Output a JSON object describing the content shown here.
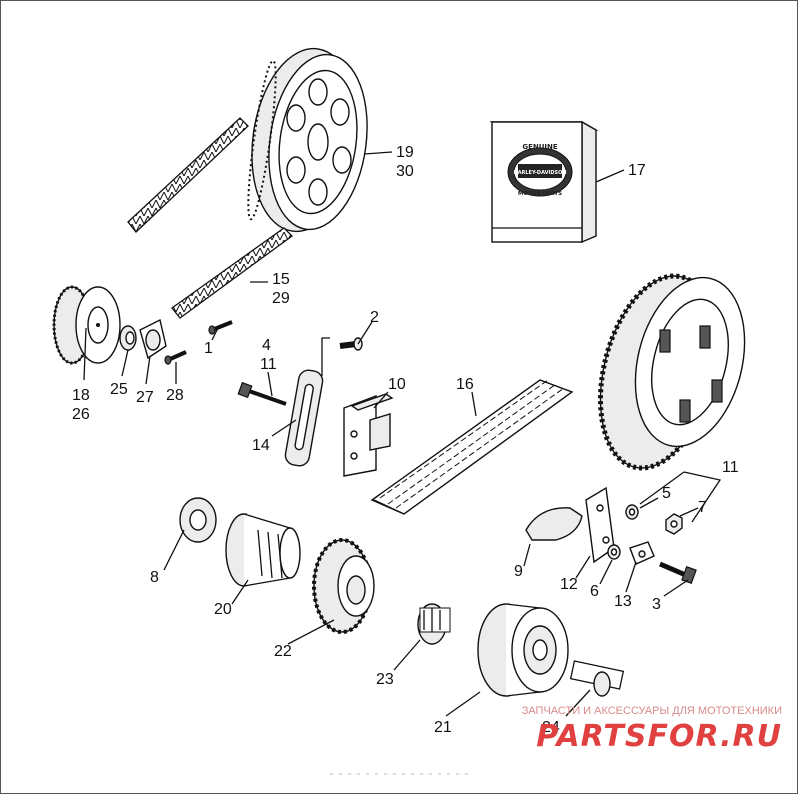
{
  "callouts": {
    "c1": "1",
    "c2": "2",
    "c3": "3",
    "c4": "4",
    "c5": "5",
    "c6": "6",
    "c7": "7",
    "c8": "8",
    "c9": "9",
    "c10": "10",
    "c11a": "11",
    "c11b": "11",
    "c12": "12",
    "c13": "13",
    "c14": "14",
    "c15": "15",
    "c16": "16",
    "c17": "17",
    "c18": "18",
    "c19": "19",
    "c20": "20",
    "c21": "21",
    "c22": "22",
    "c23": "23",
    "c24": "24",
    "c25": "25",
    "c26": "26",
    "c27": "27",
    "c28": "28",
    "c29": "29",
    "c30": "30"
  },
  "logo": {
    "top": "GENUINE",
    "middle": "HARLEY-DAVIDSON",
    "bottom": "MOTOR PARTS"
  },
  "watermark": {
    "tagline": "ЗАПЧАСТИ И АКСЕССУАРЫ ДЛЯ МОТОТЕХНИКИ",
    "brand": "PARTSFOR.RU"
  },
  "colors": {
    "watermark_text": "#e04040",
    "watermark_tagline": "#d98b8b",
    "line_art": "#111111"
  }
}
